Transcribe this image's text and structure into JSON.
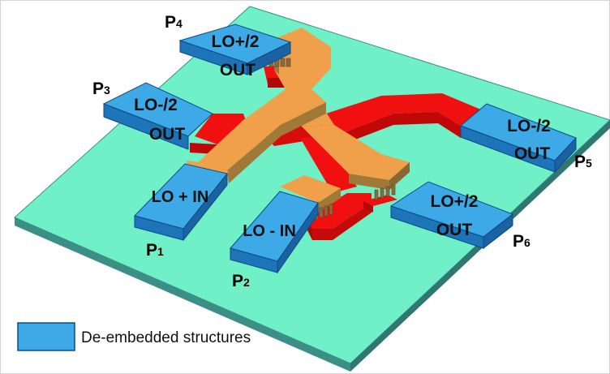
{
  "colors": {
    "substrate_top": "#6ff0c6",
    "substrate_side": "#3b8f87",
    "pad_top": "#3da9e6",
    "pad_side": "#1d74b8",
    "pad_outline": "#0e4a8a",
    "signal_top": "#f0a04a",
    "signal_side": "#a07838",
    "ground_top": "#f01010",
    "ground_side": "#b00808"
  },
  "pads": {
    "lo_plus_in": "LO + IN",
    "lo_minus_in": "LO - IN",
    "out_p3": [
      "LO-/2",
      "OUT"
    ],
    "out_p4": [
      "LO+/2",
      "OUT"
    ],
    "out_p5": [
      "LO-/2",
      "OUT"
    ],
    "out_p6": [
      "LO+/2",
      "OUT"
    ]
  },
  "ports": {
    "p1": {
      "letter": "P",
      "num": "1"
    },
    "p2": {
      "letter": "P",
      "num": "2"
    },
    "p3": {
      "letter": "P",
      "num": "3"
    },
    "p4": {
      "letter": "P",
      "num": "4"
    },
    "p5": {
      "letter": "P",
      "num": "5"
    },
    "p6": {
      "letter": "P",
      "num": "6"
    }
  },
  "legend": {
    "label": "De-embedded structures",
    "icon": "blue-pad-swatch"
  }
}
